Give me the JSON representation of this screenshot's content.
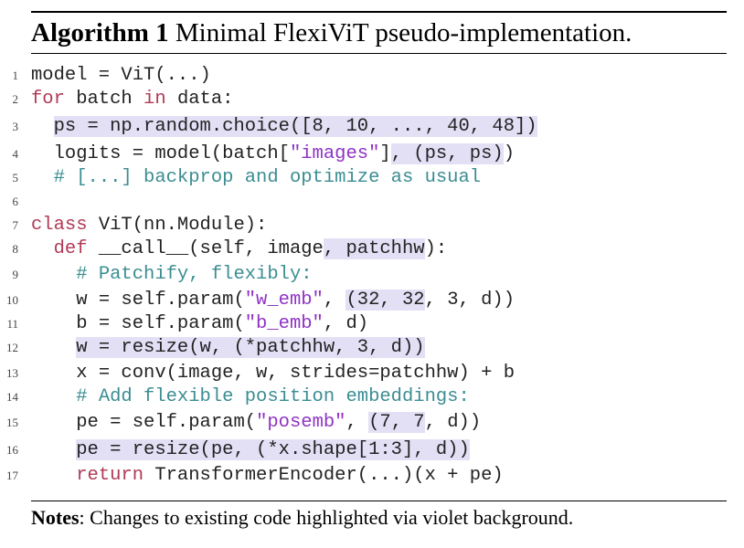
{
  "algorithm": {
    "label": "Algorithm 1",
    "title": "Minimal FlexiViT pseudo-implementation."
  },
  "code": [
    {
      "num": "1",
      "indent": "",
      "tokens": [
        {
          "t": "model = ViT(...)"
        }
      ]
    },
    {
      "num": "2",
      "indent": "",
      "tokens": [
        {
          "t": "for",
          "c": "kw"
        },
        {
          "t": " batch "
        },
        {
          "t": "in",
          "c": "kw"
        },
        {
          "t": " data:"
        }
      ]
    },
    {
      "num": "3",
      "indent": "  ",
      "tokens": [
        {
          "t": "ps = np.random.choice([8, 10, ..., 40, 48])",
          "h": 1
        }
      ]
    },
    {
      "num": "4",
      "indent": "  ",
      "tokens": [
        {
          "t": "logits = model(batch["
        },
        {
          "t": "\"images\"",
          "c": "st"
        },
        {
          "t": "]"
        },
        {
          "t": ", (ps, ps)",
          "h": 1
        },
        {
          "t": ")"
        }
      ]
    },
    {
      "num": "5",
      "indent": "  ",
      "tokens": [
        {
          "t": "# [...] backprop and optimize as usual",
          "c": "cm"
        }
      ]
    },
    {
      "num": "6",
      "indent": "",
      "tokens": []
    },
    {
      "num": "7",
      "indent": "",
      "tokens": [
        {
          "t": "class",
          "c": "kw"
        },
        {
          "t": " ViT(nn.Module):"
        }
      ]
    },
    {
      "num": "8",
      "indent": "  ",
      "tokens": [
        {
          "t": "def",
          "c": "kw"
        },
        {
          "t": " __call__(self, image"
        },
        {
          "t": ", patchhw",
          "h": 1
        },
        {
          "t": "):"
        }
      ]
    },
    {
      "num": "9",
      "indent": "    ",
      "tokens": [
        {
          "t": "# Patchify, flexibly:",
          "c": "cm"
        }
      ]
    },
    {
      "num": "10",
      "indent": "    ",
      "tokens": [
        {
          "t": "w = self.param("
        },
        {
          "t": "\"w_emb\"",
          "c": "st"
        },
        {
          "t": ", "
        },
        {
          "t": "(32, 32",
          "h": 1
        },
        {
          "t": ", 3, d))"
        }
      ]
    },
    {
      "num": "11",
      "indent": "    ",
      "tokens": [
        {
          "t": "b = self.param("
        },
        {
          "t": "\"b_emb\"",
          "c": "st"
        },
        {
          "t": ", d)"
        }
      ]
    },
    {
      "num": "12",
      "indent": "    ",
      "tokens": [
        {
          "t": "w = resize(w, (*patchhw, 3, d))",
          "h": 1
        }
      ]
    },
    {
      "num": "13",
      "indent": "    ",
      "tokens": [
        {
          "t": "x = conv(image, w, strides=patchhw) + b"
        }
      ]
    },
    {
      "num": "14",
      "indent": "    ",
      "tokens": [
        {
          "t": "# Add flexible position embeddings:",
          "c": "cm"
        }
      ]
    },
    {
      "num": "15",
      "indent": "    ",
      "tokens": [
        {
          "t": "pe = self.param("
        },
        {
          "t": "\"posemb\"",
          "c": "st"
        },
        {
          "t": ", "
        },
        {
          "t": "(7, 7",
          "h": 1
        },
        {
          "t": ", d))"
        }
      ]
    },
    {
      "num": "16",
      "indent": "    ",
      "tokens": [
        {
          "t": "pe = resize(pe, (*x.shape[1:3], d))",
          "h": 1
        }
      ]
    },
    {
      "num": "17",
      "indent": "    ",
      "tokens": [
        {
          "t": "return",
          "c": "kw"
        },
        {
          "t": " TransformerEncoder(...)(x + pe)"
        }
      ]
    }
  ],
  "notes": {
    "label": "Notes",
    "text": ": Changes to existing code highlighted via violet background."
  },
  "colors": {
    "keyword": "#b03a56",
    "string": "#8f33c4",
    "comment": "#3b8d92",
    "highlight": "#e3e0f6"
  }
}
